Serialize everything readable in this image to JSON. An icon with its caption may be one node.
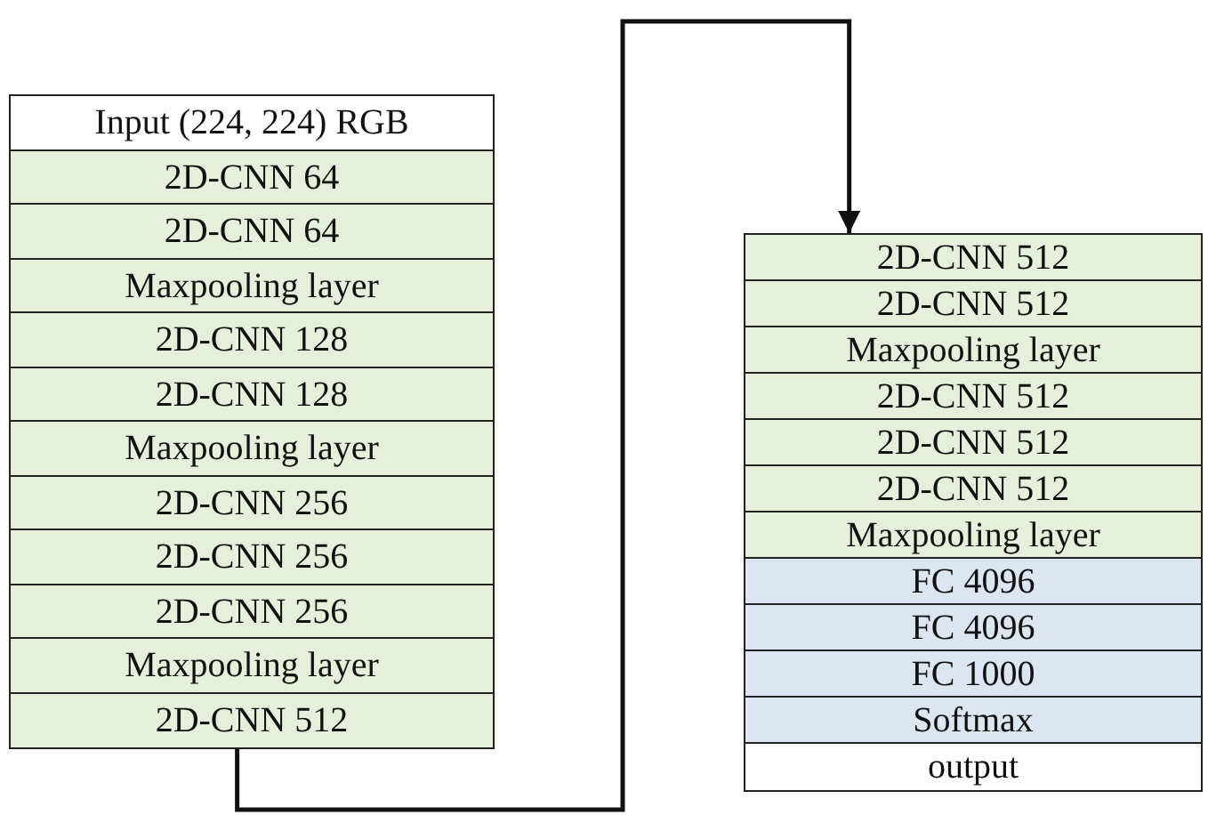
{
  "diagram": {
    "nodes": [
      {
        "text": [
          "Input (224, 224) RGB"
        ]
      },
      {
        "text": [
          "2D-CNN 64"
        ]
      },
      {
        "text": [
          "2D-CNN 64"
        ]
      },
      {
        "text": [
          "Maxpooling layer"
        ]
      },
      {
        "text": [
          "2D-CNN 128"
        ]
      },
      {
        "text": [
          "2D-CNN 128"
        ]
      },
      {
        "text": [
          "Maxpooling layer"
        ]
      },
      {
        "text": [
          "2D-CNN 256"
        ]
      },
      {
        "text": [
          "2D-CNN 256"
        ]
      },
      {
        "text": [
          "2D-CNN 256"
        ]
      },
      {
        "text": [
          "Maxpooling layer"
        ]
      },
      {
        "text": [
          "2D-CNN 512"
        ]
      },
      {
        "text": [
          "2D-CNN 512"
        ]
      },
      {
        "text": [
          "2D-CNN 512"
        ]
      },
      {
        "text": [
          "Maxpooling layer"
        ]
      },
      {
        "text": [
          "2D-CNN 512"
        ]
      },
      {
        "text": [
          "2D-CNN 512"
        ]
      },
      {
        "text": [
          "2D-CNN 512"
        ]
      },
      {
        "text": [
          "Maxpooling layer"
        ]
      },
      {
        "text": [
          "FC 4096"
        ]
      },
      {
        "text": [
          "FC 4096"
        ]
      },
      {
        "text": [
          "FC 1000"
        ]
      },
      {
        "text": [
          "Softmax"
        ]
      },
      {
        "text": [
          "output"
        ]
      }
    ],
    "edges": [
      {
        "from": 11,
        "to": 12,
        "arrow": "to"
      }
    ]
  }
}
